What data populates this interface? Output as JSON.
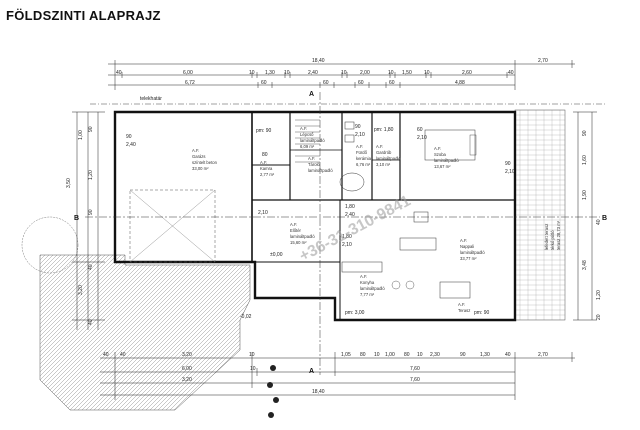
{
  "title": "FÖLDSZINTI ALAPRAJZ",
  "watermark": "+36-31-310-9841",
  "labels": {
    "telekhatar": "telekhatár",
    "section_b": "B",
    "section_a": "A",
    "elevation_zero": "±0,00",
    "elevation_neg": "-0,02"
  },
  "rooms": [
    {
      "name": "A.F.",
      "line2": "Garázs",
      "line3": "színtelt beton",
      "area": "33,00 m²"
    },
    {
      "name": "A.F.",
      "line2": "Lépcső",
      "line3": "lamináltpadló",
      "area": "6,09 m²"
    },
    {
      "name": "A.F.",
      "line2": "Fürdő",
      "line3": "kerámia",
      "area": "6,76 m²"
    },
    {
      "name": "A.F.",
      "line2": "Gardrób",
      "line3": "lamináltpadló",
      "area": "3,10 m²"
    },
    {
      "name": "A.F.",
      "line2": "Szoba",
      "line3": "lamináltpadló",
      "area": "13,67 m²"
    },
    {
      "name": "A.F.",
      "line2": "Tároló",
      "line3": "lamináltpadló",
      "area": ""
    },
    {
      "name": "A.F.",
      "line2": "Kamra",
      "line3": "",
      "area": "2,77 m²"
    },
    {
      "name": "A.F.",
      "line2": "Előtér",
      "line3": "lamináltpadló",
      "area": "15,60 m²"
    },
    {
      "name": "A.F.",
      "line2": "Nappali",
      "line3": "lamináltpadló",
      "area": "33,77 m²"
    },
    {
      "name": "A.F.",
      "line2": "Konyha",
      "line3": "lamináltpadló",
      "area": "7,77 m²"
    },
    {
      "name": "A.F.",
      "line2": "Terasz",
      "line3": "",
      "area": ""
    },
    {
      "name": "",
      "line2": "lefedett terasz",
      "line3": "térkő pótló",
      "area": "terasz 28,73 m²"
    }
  ],
  "dims": {
    "top_total": "18,40",
    "top_right": "2,70",
    "top_row2": [
      "40",
      "6,00",
      "10",
      "1,30",
      "10",
      "2,40",
      "10",
      "2,00",
      "10",
      "1,50",
      "10",
      "2,60",
      "40"
    ],
    "top_row3": [
      "6,72",
      "60",
      "60",
      "60",
      "60",
      "4,88"
    ],
    "bottom_row1": [
      "40",
      "40",
      "3,20",
      "10",
      "1,05",
      "80",
      "10",
      "1,00",
      "80",
      "10",
      "2,30",
      "90",
      "1,30",
      "40",
      "2,70"
    ],
    "bottom_row2": [
      "6,00",
      "10",
      "7,60"
    ],
    "bottom_row3": [
      "3,20",
      "7,60"
    ],
    "bottom_total": "18,40",
    "left": [
      "3,50",
      "1,00",
      "90",
      "1,20",
      "90",
      "3,20",
      "40",
      "40"
    ],
    "right": [
      "90",
      "1,60",
      "1,90",
      "40",
      "3,48",
      "1,20",
      "20"
    ],
    "door_marks": [
      "90",
      "2,40",
      "80",
      "2,10",
      "90",
      "2,10",
      "60",
      "2,10",
      "1,80",
      "2,40",
      "1,80",
      "2,10",
      "90",
      "2,10"
    ],
    "window_marks": [
      "pm: 90",
      "pm: 1,80",
      "pm: 3,00",
      "pm: 90"
    ]
  }
}
